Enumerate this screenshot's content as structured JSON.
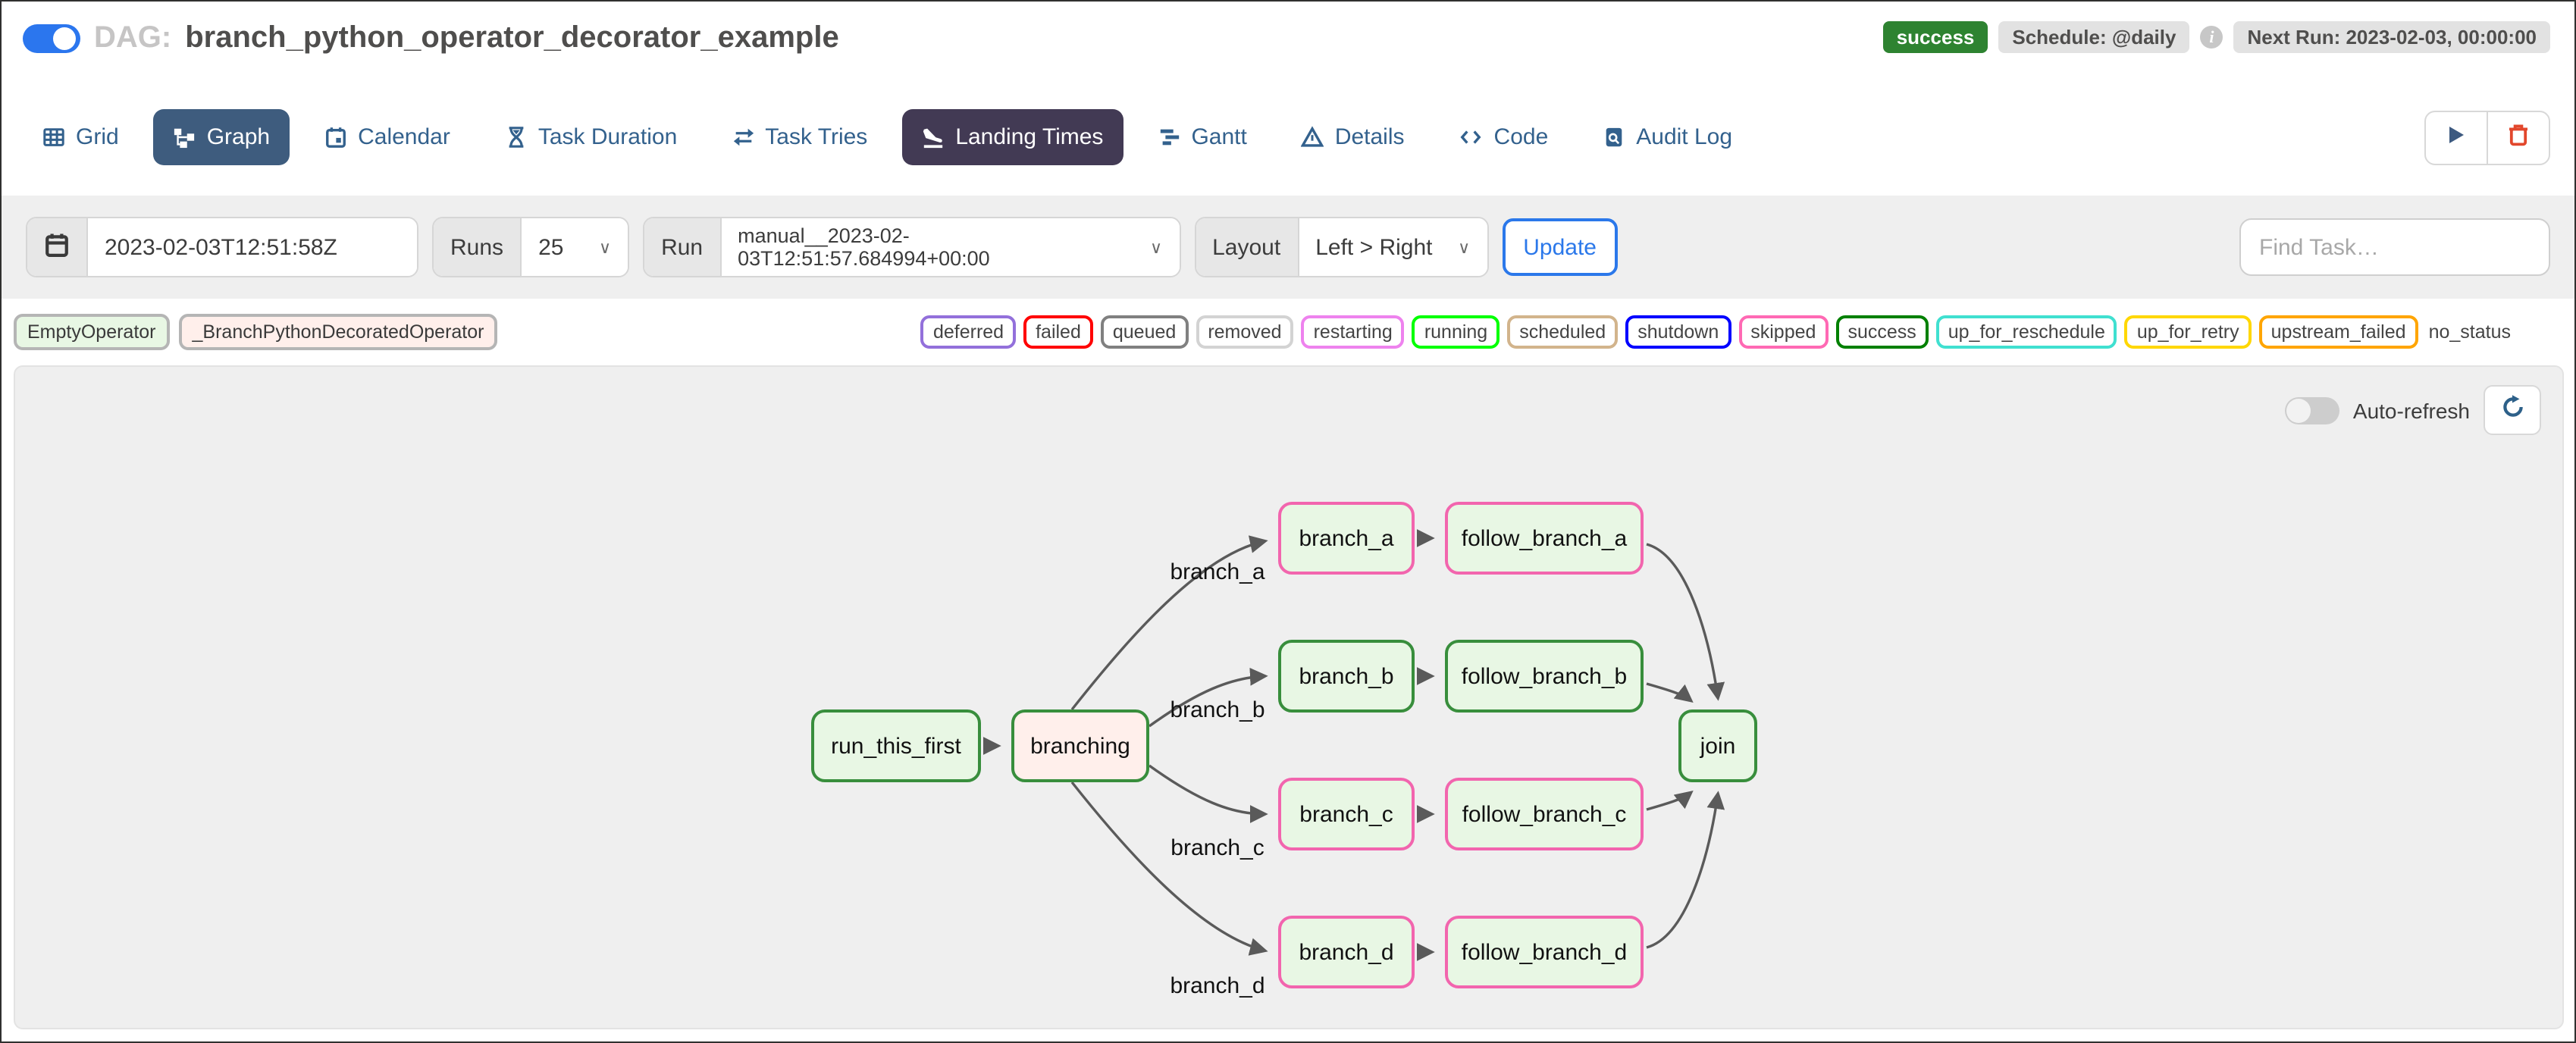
{
  "header": {
    "dag_prefix": "DAG:",
    "dag_id": "branch_python_operator_decorator_example",
    "status_badge": "success",
    "schedule_badge": "Schedule: @daily",
    "info_icon": "i",
    "next_run_badge": "Next Run: 2023-02-03, 00:00:00"
  },
  "tabs": [
    {
      "label": "Grid",
      "icon": "grid-icon",
      "active": false
    },
    {
      "label": "Graph",
      "icon": "graph-icon",
      "active": true
    },
    {
      "label": "Calendar",
      "icon": "calendar-icon",
      "active": false
    },
    {
      "label": "Task Duration",
      "icon": "hourglass-icon",
      "active": false
    },
    {
      "label": "Task Tries",
      "icon": "repeat-icon",
      "active": false
    },
    {
      "label": "Landing Times",
      "icon": "plane-landing-icon",
      "active": true
    },
    {
      "label": "Gantt",
      "icon": "gantt-icon",
      "active": false
    },
    {
      "label": "Details",
      "icon": "triangle-icon",
      "active": false
    },
    {
      "label": "Code",
      "icon": "code-icon",
      "active": false
    },
    {
      "label": "Audit Log",
      "icon": "audit-log-icon",
      "active": false
    }
  ],
  "filters": {
    "date_value": "2023-02-03T12:51:58Z",
    "runs_label": "Runs",
    "runs_value": "25",
    "run_label": "Run",
    "run_value": "manual__2023-02-03T12:51:57.684994+00:00",
    "layout_label": "Layout",
    "layout_value": "Left > Right",
    "update_label": "Update",
    "find_task_placeholder": "Find Task…"
  },
  "legend": {
    "operators": [
      {
        "label": "EmptyOperator",
        "fill": "#e8f7e4"
      },
      {
        "label": "_BranchPythonDecoratedOperator",
        "fill": "#ffefeb"
      }
    ],
    "statuses": [
      {
        "label": "deferred",
        "color": "#9370db"
      },
      {
        "label": "failed",
        "color": "#ff0000"
      },
      {
        "label": "queued",
        "color": "#808080"
      },
      {
        "label": "removed",
        "color": "#d3d3d3"
      },
      {
        "label": "restarting",
        "color": "#ee82ee"
      },
      {
        "label": "running",
        "color": "#00ff00"
      },
      {
        "label": "scheduled",
        "color": "#d2b48c"
      },
      {
        "label": "shutdown",
        "color": "#0000ff"
      },
      {
        "label": "skipped",
        "color": "#ff69b4"
      },
      {
        "label": "success",
        "color": "#008000"
      },
      {
        "label": "up_for_reschedule",
        "color": "#40e0d0"
      },
      {
        "label": "up_for_retry",
        "color": "#ffd700"
      },
      {
        "label": "upstream_failed",
        "color": "#ffa500"
      },
      {
        "label": "no_status",
        "color": null
      }
    ]
  },
  "graph": {
    "auto_refresh_label": "Auto-refresh",
    "nodes": [
      {
        "label": "run_this_first",
        "operator": "EmptyOperator",
        "state": "success"
      },
      {
        "label": "branching",
        "operator": "_BranchPythonDecoratedOperator",
        "state": "success"
      },
      {
        "label": "branch_a",
        "operator": "EmptyOperator",
        "state": "skipped"
      },
      {
        "label": "follow_branch_a",
        "operator": "EmptyOperator",
        "state": "skipped"
      },
      {
        "label": "branch_b",
        "operator": "EmptyOperator",
        "state": "success"
      },
      {
        "label": "follow_branch_b",
        "operator": "EmptyOperator",
        "state": "success"
      },
      {
        "label": "branch_c",
        "operator": "EmptyOperator",
        "state": "skipped"
      },
      {
        "label": "follow_branch_c",
        "operator": "EmptyOperator",
        "state": "skipped"
      },
      {
        "label": "branch_d",
        "operator": "EmptyOperator",
        "state": "skipped"
      },
      {
        "label": "follow_branch_d",
        "operator": "EmptyOperator",
        "state": "skipped"
      },
      {
        "label": "join",
        "operator": "EmptyOperator",
        "state": "success"
      }
    ],
    "edges": [
      {
        "from": "run_this_first",
        "to": "branching",
        "label": ""
      },
      {
        "from": "branching",
        "to": "branch_a",
        "label": "branch_a"
      },
      {
        "from": "branching",
        "to": "branch_b",
        "label": "branch_b"
      },
      {
        "from": "branching",
        "to": "branch_c",
        "label": "branch_c"
      },
      {
        "from": "branching",
        "to": "branch_d",
        "label": "branch_d"
      },
      {
        "from": "branch_a",
        "to": "follow_branch_a",
        "label": ""
      },
      {
        "from": "branch_b",
        "to": "follow_branch_b",
        "label": ""
      },
      {
        "from": "branch_c",
        "to": "follow_branch_c",
        "label": ""
      },
      {
        "from": "branch_d",
        "to": "follow_branch_d",
        "label": ""
      },
      {
        "from": "follow_branch_a",
        "to": "join",
        "label": ""
      },
      {
        "from": "follow_branch_b",
        "to": "join",
        "label": ""
      },
      {
        "from": "follow_branch_c",
        "to": "join",
        "label": ""
      },
      {
        "from": "follow_branch_d",
        "to": "join",
        "label": ""
      }
    ]
  }
}
